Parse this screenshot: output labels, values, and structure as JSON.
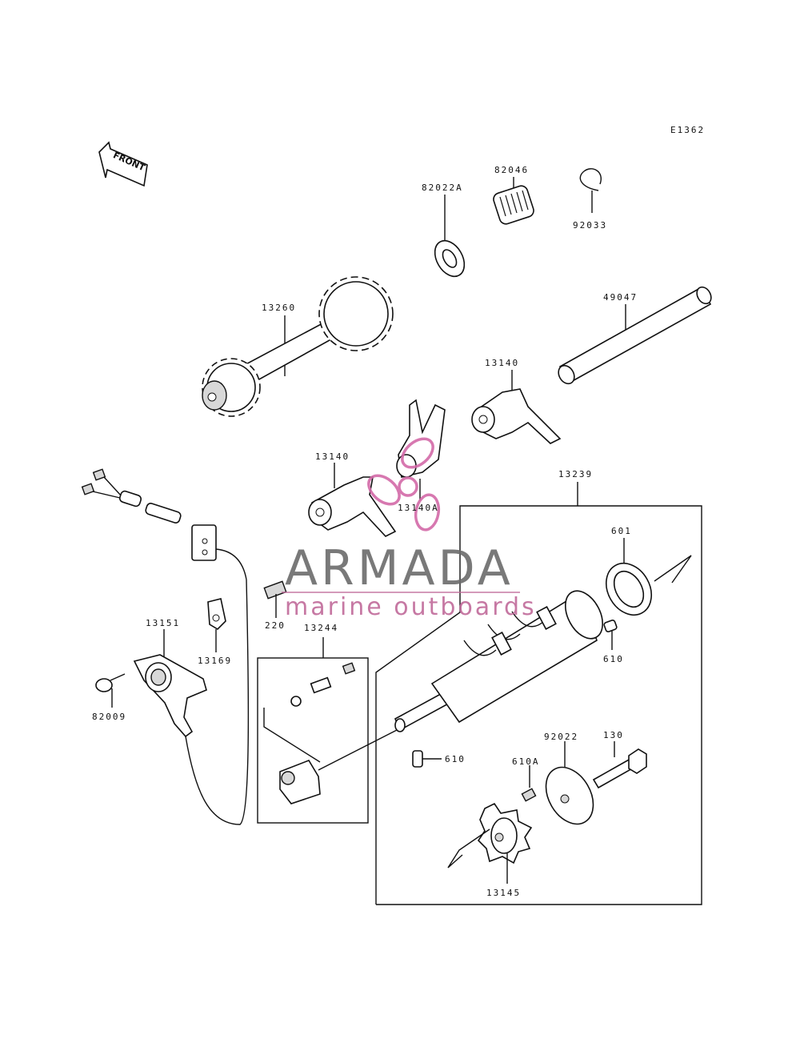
{
  "diagram": {
    "code": "E1362",
    "front_label": "FRONT",
    "parts": [
      {
        "key": "p82046",
        "number": "82046"
      },
      {
        "key": "p82022A",
        "number": "82022A"
      },
      {
        "key": "p92033",
        "number": "92033"
      },
      {
        "key": "p13260",
        "number": "13260"
      },
      {
        "key": "p49047",
        "number": "49047"
      },
      {
        "key": "p13140_upper",
        "number": "13140"
      },
      {
        "key": "p13140_lower",
        "number": "13140"
      },
      {
        "key": "p13140A",
        "number": "13140A"
      },
      {
        "key": "p13239",
        "number": "13239"
      },
      {
        "key": "p601",
        "number": "601"
      },
      {
        "key": "p610_upper",
        "number": "610"
      },
      {
        "key": "p610_lower",
        "number": "610"
      },
      {
        "key": "p220",
        "number": "220"
      },
      {
        "key": "p13244",
        "number": "13244"
      },
      {
        "key": "p13151",
        "number": "13151"
      },
      {
        "key": "p13169",
        "number": "13169"
      },
      {
        "key": "p82009",
        "number": "82009"
      },
      {
        "key": "p92022",
        "number": "92022"
      },
      {
        "key": "p130",
        "number": "130"
      },
      {
        "key": "p610A",
        "number": "610A"
      },
      {
        "key": "p13145",
        "number": "13145"
      }
    ]
  },
  "watermark": {
    "brand": "ARMADA",
    "tagline": "marine outboards",
    "accent_color": "#d36aa8",
    "text_color": "#6b6b6b"
  }
}
